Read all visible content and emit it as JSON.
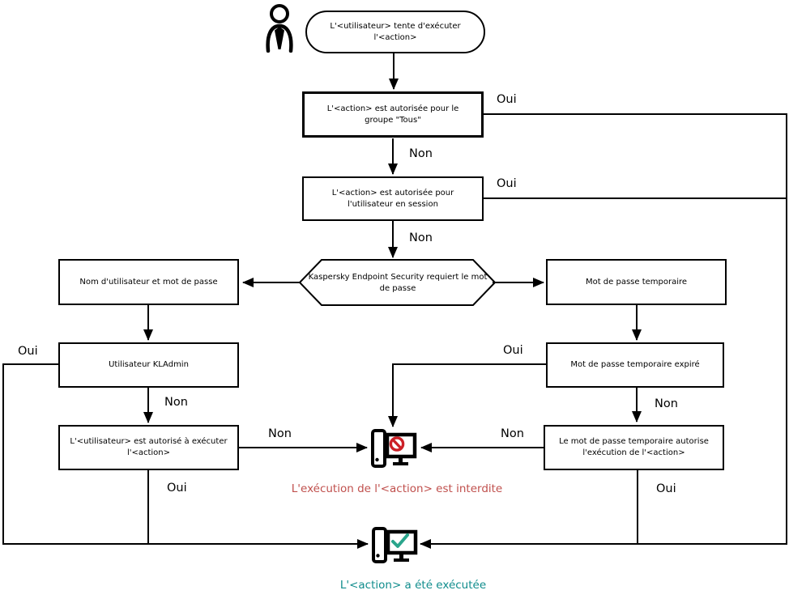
{
  "diagram": {
    "start": "L'<utilisateur> tente d'exécuter l'<action>",
    "group_check": "L'<action> est autorisée pour le groupe \"Tous\"",
    "session_check": "L'<action> est autorisée pour l'utilisateur en session",
    "password_prompt": "Kaspersky Endpoint Security requiert le mot de passe",
    "credentials": "Nom d'utilisateur et mot de passe",
    "temp_password": "Mot de passe temporaire",
    "kladmin": "Utilisateur KLAdmin",
    "temp_expired": "Mot de passe temporaire expiré",
    "user_authorized": "L'<utilisateur> est autorisé à exécuter l'<action>",
    "temp_authorizes": "Le mot de passe temporaire autorise l'exécution de l'<action>",
    "denied": "L'exécution de l'<action> est interdite",
    "executed": "L'<action> a été exécutée",
    "labels": {
      "yes": "Oui",
      "no": "Non"
    },
    "icons": {
      "actor": "person-icon",
      "denied": "computer-blocked-icon",
      "executed": "computer-check-icon"
    },
    "colors": {
      "line": "#000000",
      "denied_text": "#c0504d",
      "executed_text": "#0f8c8c",
      "prohibit_icon": "#cc2027",
      "check_icon": "#2aa58c"
    }
  }
}
